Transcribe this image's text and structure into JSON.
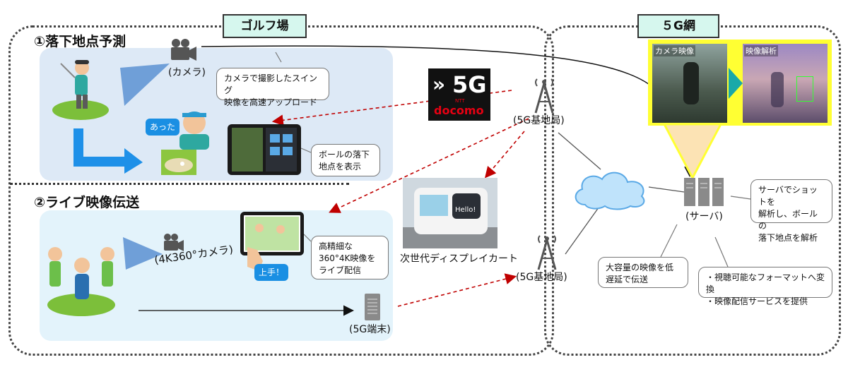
{
  "regions": {
    "golf_course": "ゴルフ場",
    "network_5g": "５G網"
  },
  "section1": {
    "title": "①落下地点予測",
    "camera_label": "(カメラ)",
    "upload_callout": [
      "カメラで撮影したスイング",
      "映像を高速アップロード"
    ],
    "speech_atta": "あった",
    "tablet_callout": [
      "ボールの落下",
      "地点を表示"
    ]
  },
  "section2": {
    "title": "②ライブ映像伝送",
    "camera_label": "(4K360°カメラ)",
    "speech_jouzu": "上手！",
    "delivery_callout": [
      "高精細な",
      "360°4K映像を",
      "ライブ配信"
    ],
    "terminal_label": "(5G端末)"
  },
  "docomo": {
    "big": "5G",
    "brand": "docomo",
    "small": "NTT"
  },
  "base_station_1": "(5G基地局)",
  "base_station_2": "(5G基地局)",
  "cart_label": "次世代ディスプレイカート",
  "cart_sign": "Hello!",
  "video": {
    "camera_video_label": "カメラ映像",
    "analysis_label": "映像解析"
  },
  "server": {
    "label": "(サーバ)",
    "callout": [
      "サーバでショットを",
      "解析し、ボールの",
      "落下地点を解析"
    ]
  },
  "latency_callout": [
    "大容量の映像を低",
    "遅延で伝送"
  ],
  "services_callout": [
    "・視聴可能なフォーマットへ変換",
    "・映像配信サービスを提供"
  ],
  "colors": {
    "red_dashed": "#c00000",
    "panel_blue": "#dde9f6",
    "panel_cyan": "#e3f3fb",
    "yellow_frame": "#ffff33",
    "tag_bg": "#d6f7ee",
    "arrow_blue": "#1e90e8"
  }
}
